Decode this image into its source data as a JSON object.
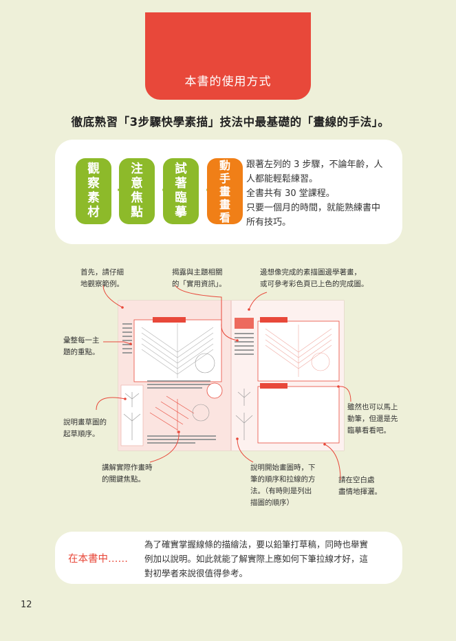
{
  "banner": {
    "title": "本書的使用方式"
  },
  "headline": "徹底熟習「3步驟快學素描」技法中最基礎的「畫線的手法」。",
  "steps": [
    {
      "chars": [
        "觀",
        "察",
        "素",
        "材"
      ],
      "color": "#8dba2a"
    },
    {
      "chars": [
        "注",
        "意",
        "焦",
        "點"
      ],
      "color": "#8dba2a"
    },
    {
      "chars": [
        "試",
        "著",
        "臨",
        "摹"
      ],
      "color": "#8dba2a"
    },
    {
      "chars": [
        "動",
        "手",
        "畫",
        "畫",
        "看"
      ],
      "color": "#f07f17"
    }
  ],
  "steps_description": [
    "跟著左列的 3 步驟，不論年齡，人",
    "人都能輕鬆練習。",
    "全書共有 30 堂課程。",
    "只要一個月的時間，就能熟練書中",
    "所有技巧。"
  ],
  "annotations": {
    "observe": [
      "首先，請仔細",
      "地觀察範例。"
    ],
    "info": [
      "揭露與主題相關",
      "的「實用資訊」。"
    ],
    "imagine": [
      "邊想像完成的素描圖邊學著畫，",
      "或可參考彩色頁已上色的完成圖。"
    ],
    "key_points": [
      "彙整每一主",
      "題的重點。"
    ],
    "sketch_order": [
      "說明畫草圖的",
      "起草順序。"
    ],
    "explain_focus": [
      "講解實際作畫時",
      "的關鍵焦點。"
    ],
    "pen_order": [
      "說明開始畫圖時，下",
      "筆的順序和拉線的方",
      "法。（有時則是列出",
      "描圖的順序）"
    ],
    "free_draw": [
      "請在空白處",
      "盡情地揮灑。"
    ],
    "try_first": [
      "雖然也可以馬上",
      "動筆，但還是先",
      "臨摹看看吧。"
    ]
  },
  "in_book": {
    "label": "在本書中……",
    "description": [
      "為了確實掌握線條的描繪法，要以鉛筆打草稿，同時也舉實",
      "例加以說明。如此就能了解實際上應如何下筆拉線才好，這",
      "對初學者來說很值得參考。"
    ]
  },
  "page_number": "12",
  "colors": {
    "accent_red": "#e8483a",
    "step_green": "#8dba2a",
    "step_orange": "#f07f17",
    "background": "#eef0d9"
  }
}
